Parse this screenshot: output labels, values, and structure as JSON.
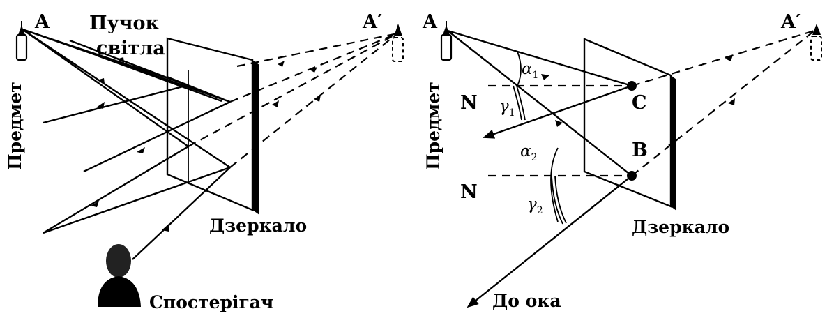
{
  "left_panel": {
    "point_a": "A",
    "point_a_image": "A′",
    "beam_label_line1": "Пучок",
    "beam_label_line2": "світла",
    "object_label": "Предмет",
    "mirror_label": "Дзеркало",
    "observer_label": "Спостерігач"
  },
  "right_panel": {
    "point_a": "A",
    "point_a_image": "A′",
    "object_label": "Предмет",
    "normal_top": "N",
    "normal_bottom": "N",
    "point_c": "C",
    "point_b": "B",
    "alpha": "α",
    "gamma": "γ",
    "sub_1": "1",
    "sub_2": "2",
    "mirror_label": "Дзеркало",
    "eye_label": "До ока"
  },
  "colors": {
    "ink": "#000000",
    "background": "#ffffff"
  }
}
